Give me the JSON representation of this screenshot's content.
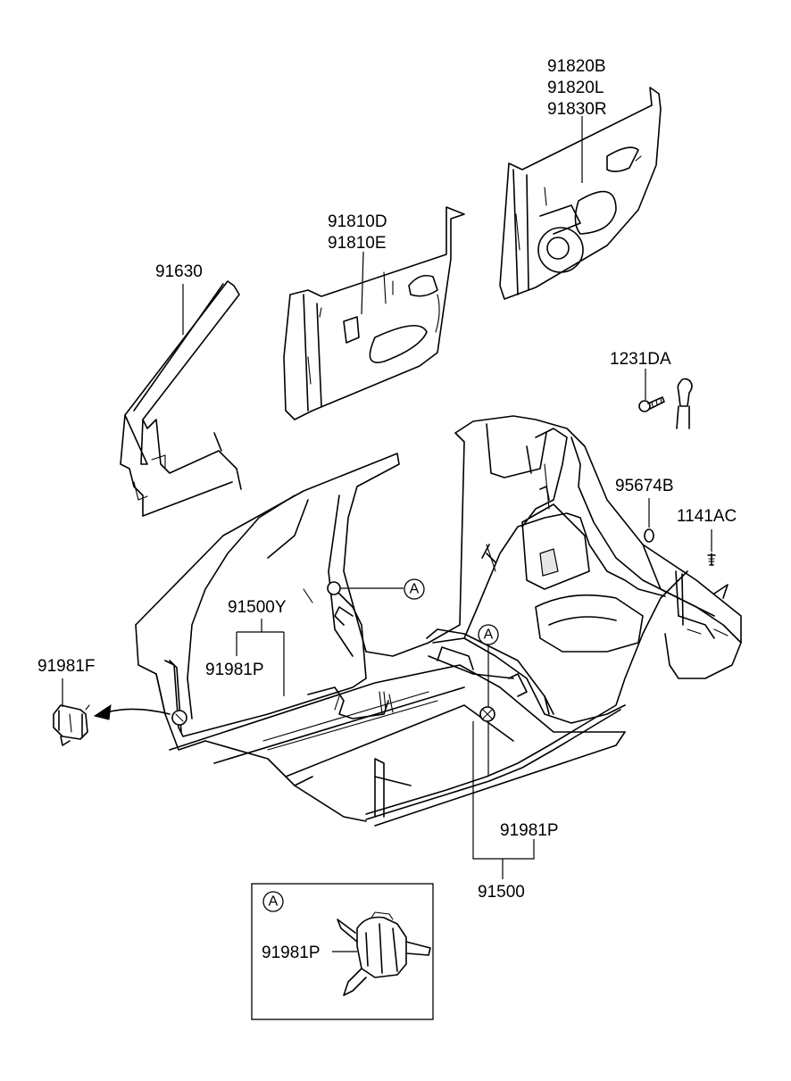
{
  "labels": {
    "p91820b": "91820B",
    "p91820l": "91820L",
    "p91830r": "91830R",
    "p91810d": "91810D",
    "p91810e": "91810E",
    "p91630": "91630",
    "p1231da": "1231DA",
    "p95674b": "95674B",
    "p1141ac": "1141AC",
    "p91500y": "91500Y",
    "p91981p_left": "91981P",
    "p91981f": "91981F",
    "p91981p_right": "91981P",
    "p91500": "91500",
    "p91981p_detail": "91981P"
  },
  "callouts": {
    "a_upper": "A",
    "a_lower": "A",
    "a_detail": "A"
  }
}
